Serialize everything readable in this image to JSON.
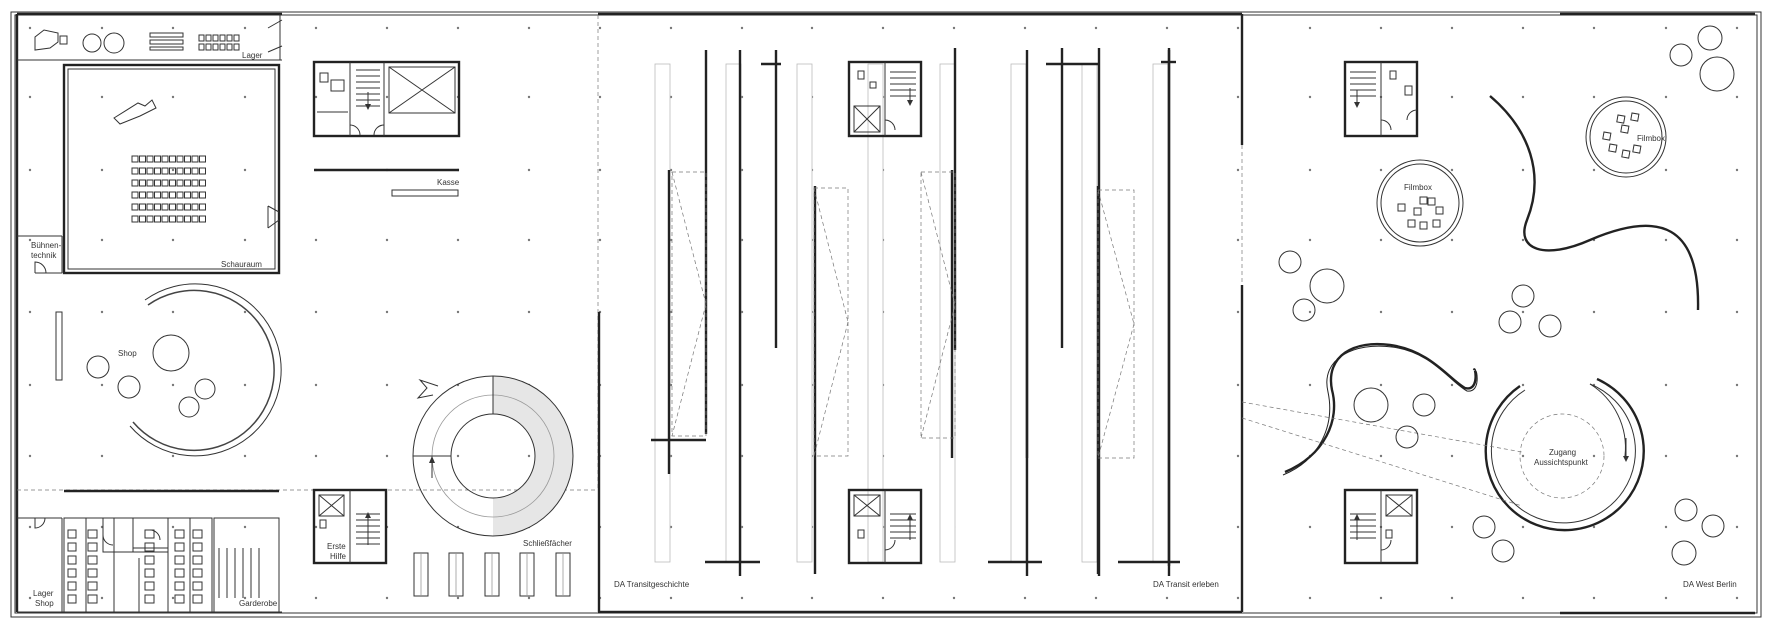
{
  "labels": {
    "lager": "Lager",
    "schauraum": "Schauraum",
    "buehnentechnik_1": "Bühnen-",
    "buehnentechnik_2": "technik",
    "shop": "Shop",
    "lager_shop_1": "Lager",
    "lager_shop_2": "Shop",
    "garderobe": "Garderobe",
    "kasse": "Kasse",
    "erste_hilfe_1": "Erste",
    "erste_hilfe_2": "Hilfe",
    "schliessfaecher": "Schließfächer",
    "da_transitgeschichte": "DA Transitgeschichte",
    "da_transit_erleben": "DA Transit erleben",
    "da_west_berlin": "DA  West Berlin",
    "filmbox_1": "Filmbox",
    "filmbox_2": "Filmbox",
    "zugang_1": "Zugang",
    "zugang_2": "Aussichtspunkt"
  },
  "colors": {
    "line": "#333333",
    "light": "#999999",
    "background": "#ffffff",
    "ramp_fill": "#e6e6e6"
  }
}
